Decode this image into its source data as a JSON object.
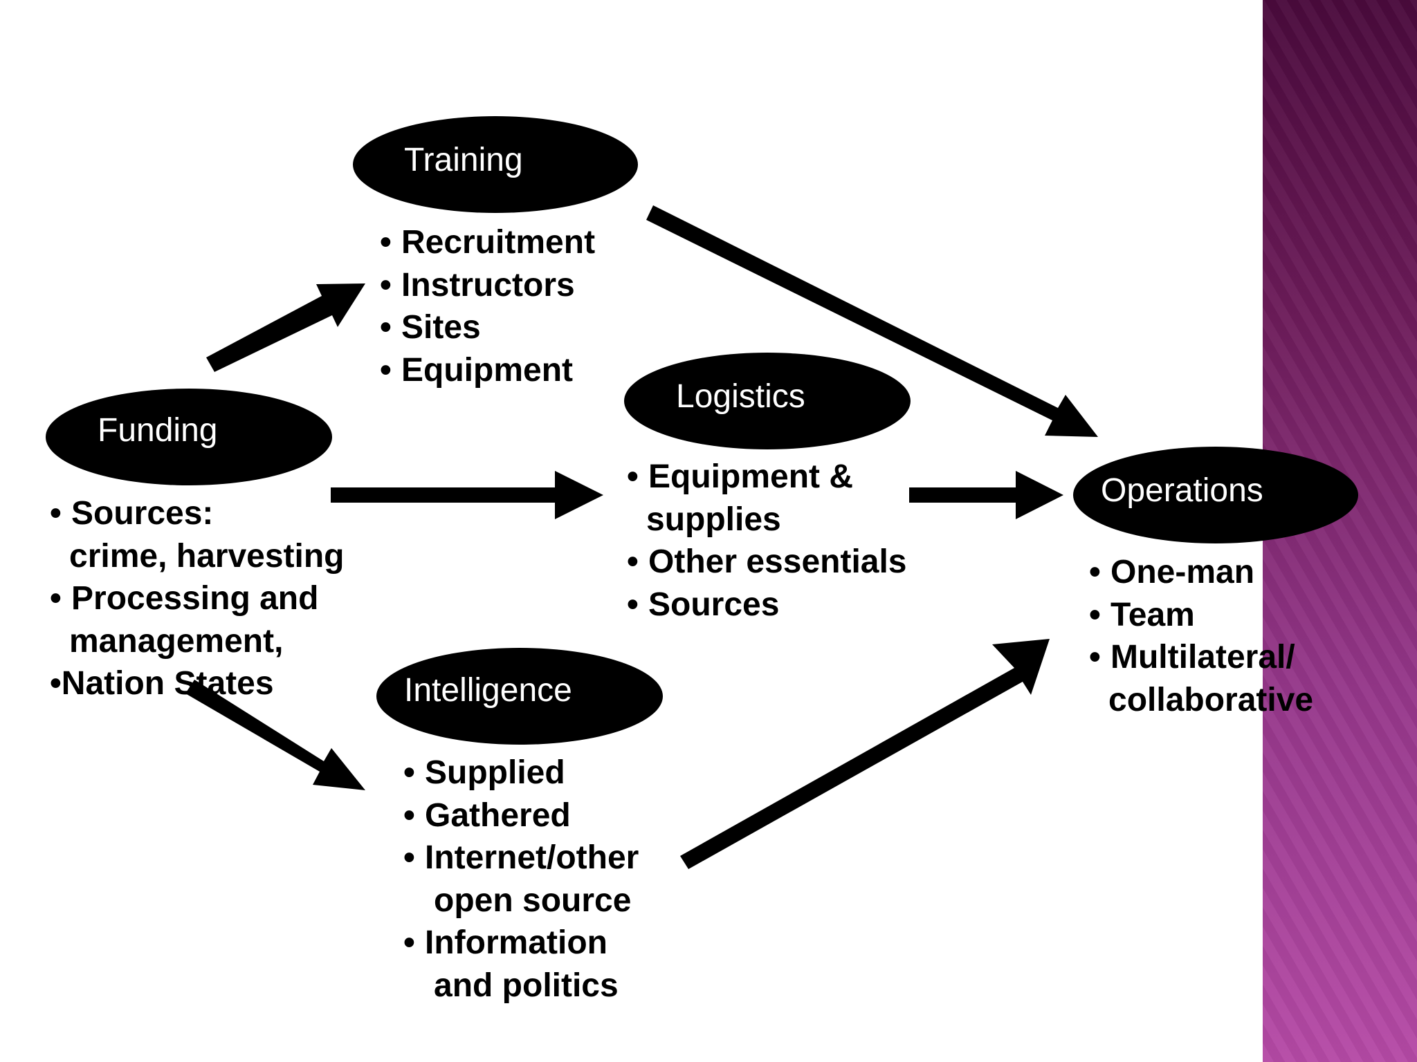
{
  "colors": {
    "node_fill": "#000000",
    "node_text": "#ffffff",
    "arrow": "#000000",
    "sidebar_top": "#4a0a3c",
    "sidebar_bottom": "#b54aa6"
  },
  "nodes": {
    "training": {
      "label": "Training"
    },
    "funding": {
      "label": "Funding"
    },
    "logistics": {
      "label": "Logistics"
    },
    "operations": {
      "label": "Operations"
    },
    "intelligence": {
      "label": "Intelligence"
    }
  },
  "lists": {
    "training": [
      "Recruitment",
      "Instructors",
      "Sites",
      "Equipment"
    ],
    "funding": {
      "sources": "Sources:",
      "sources_cont": "crime, harvesting",
      "processing": "Processing and",
      "processing_cont": "management,",
      "nation_states": "•Nation States"
    },
    "logistics": {
      "equipment": "Equipment &",
      "equipment_cont": "supplies",
      "other": "Other essentials",
      "sources": "Sources"
    },
    "operations": {
      "one_man": "One-man",
      "team": "Team",
      "multilateral": "Multilateral/",
      "multilateral_cont": "collaborative"
    },
    "intelligence": {
      "supplied": "Supplied",
      "gathered": "Gathered",
      "internet": "Internet/other",
      "internet_cont": "open source",
      "information": "Information",
      "information_cont": "and politics"
    }
  },
  "bullet_char": "•"
}
